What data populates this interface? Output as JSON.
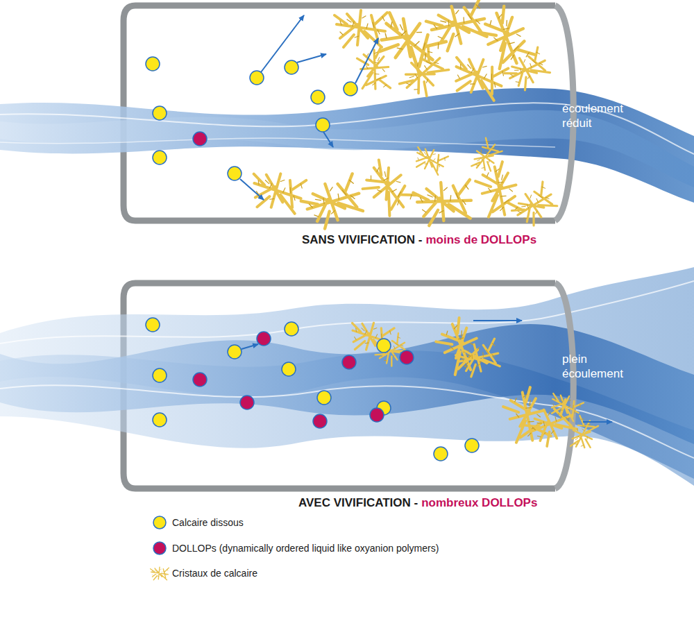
{
  "diagram": {
    "labels": [
      "écoulement réduit",
      "SANS VIVIFICATION -",
      "moins de DOLLOPs",
      "plein écoulement",
      "AVEC VIVIFICATION -",
      "nombreux DOLLOPs"
    ],
    "legend": [
      {
        "text": "Calcaire dissous",
        "color": "#fde619"
      },
      {
        "text": "DOLLOPs (dynamically ordered liquid like oxyanion polymers)",
        "color": "#c4105a"
      },
      {
        "text": "Cristaux de calcaire"
      }
    ]
  }
}
